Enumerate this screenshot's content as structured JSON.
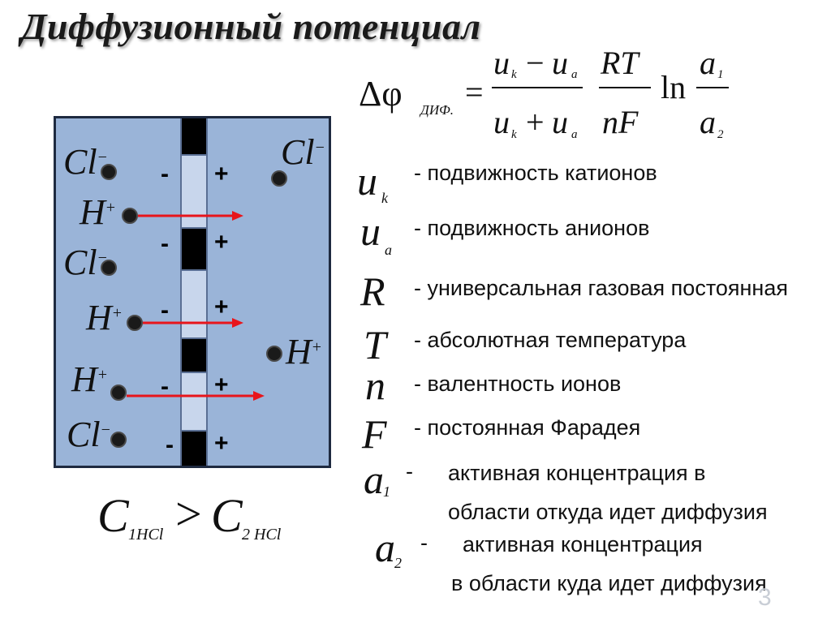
{
  "title": "Диффузионный потенциал",
  "formula": {
    "delta_phi": "Δφ",
    "delta_phi_sub": "ДИФ.",
    "equals": "=",
    "num_uk": "u",
    "num_uk_sub": "k",
    "num_minus": "−",
    "num_ua": "u",
    "num_ua_sub": "a",
    "den_uk": "u",
    "den_uk_sub": "k",
    "den_plus": "+",
    "den_ua": "u",
    "den_ua_sub": "a",
    "rt": "RT",
    "nf": "nF",
    "ln": "ln",
    "a1": "a",
    "a1_sub": "1",
    "a2": "a",
    "a2_sub": "2"
  },
  "definitions": [
    {
      "symbol": "u",
      "sub": "k",
      "text": "- подвижность катионов"
    },
    {
      "symbol": "u",
      "sub": "a",
      "text": "- подвижность анионов"
    },
    {
      "symbol": "R",
      "sub": "",
      "text": "- универсальная газовая постоянная"
    },
    {
      "symbol": "T",
      "sub": "",
      "text": "- абсолютная температура"
    },
    {
      "symbol": "n",
      "sub": "",
      "text": "- валентность ионов"
    },
    {
      "symbol": "F",
      "sub": "",
      "text": "- постоянная Фарадея"
    },
    {
      "symbol": "a",
      "sub": "1",
      "dash": "-",
      "line1": "активная концентрация в",
      "line2": "области откуда идет диффузия"
    },
    {
      "symbol": "a",
      "sub": "2",
      "dash": "-",
      "line1": "активная концентрация",
      "line2": "в области куда идет диффузия"
    }
  ],
  "diagram": {
    "ions_left": [
      {
        "label": "Cl",
        "charge": "−"
      },
      {
        "label": "H",
        "charge": "+"
      },
      {
        "label": "Cl",
        "charge": "−"
      },
      {
        "label": "H",
        "charge": "+"
      },
      {
        "label": "H",
        "charge": "+"
      },
      {
        "label": "Cl",
        "charge": "−"
      }
    ],
    "ions_right": [
      {
        "label": "Cl",
        "charge": "−"
      },
      {
        "label": "H",
        "charge": "+"
      }
    ],
    "minus_sign": "-",
    "plus_sign": "+",
    "colors": {
      "solution": "#9ab4d8",
      "membrane": "#c8d6ec",
      "arrow": "#e8151b",
      "block": "#000000"
    }
  },
  "inequality": {
    "c1": "C",
    "c1_sub": "1HCl",
    "gt": ">",
    "c2": "C",
    "c2_sub": "2 HCl"
  },
  "page_number": "3"
}
